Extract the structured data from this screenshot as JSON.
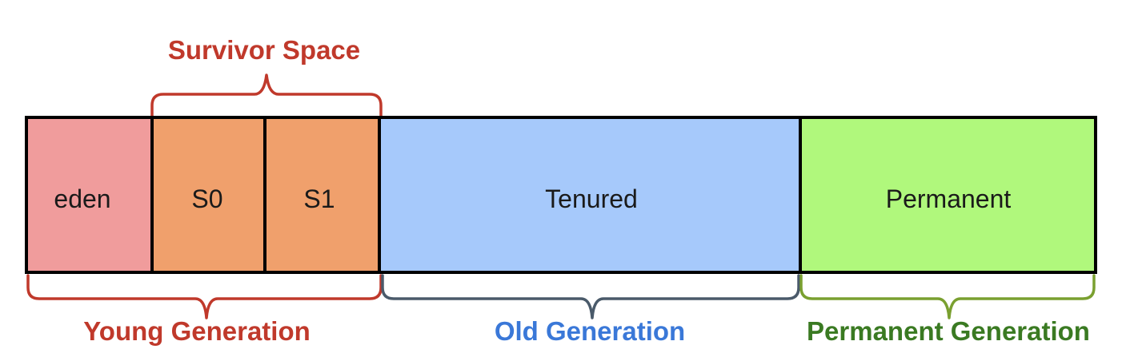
{
  "colors": {
    "eden_fill": "#f09c9c",
    "survivor_fill": "#f0a06c",
    "tenured_fill": "#a6c9fb",
    "permanent_fill": "#b0f87c",
    "young_brace": "#c0392b",
    "survivor_brace": "#c0392b",
    "old_brace": "#4a5a6a",
    "permanent_brace": "#7aa030",
    "young_text": "#c0392b",
    "survivor_text": "#c0392b",
    "old_text": "#3a78d8",
    "permanent_text": "#3a7a22"
  },
  "boxes": {
    "eden": "eden",
    "s0": "S0",
    "s1": "S1",
    "tenured": "Tenured",
    "permanent": "Permanent"
  },
  "groups": {
    "survivor_space": "Survivor Space",
    "young_generation": "Young Generation",
    "old_generation": "Old Generation",
    "permanent_generation": "Permanent Generation"
  }
}
